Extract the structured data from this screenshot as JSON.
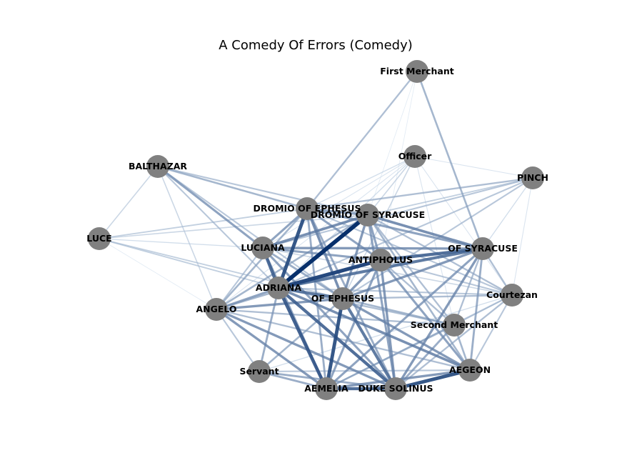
{
  "title": "A Comedy Of Errors (Comedy)",
  "colors": {
    "node": "#808080",
    "edge_low": "#d6e4f2",
    "edge_high": "#08306b",
    "background": "#ffffff"
  },
  "nodes": [
    {
      "id": "first_merchant",
      "label": "First Merchant"
    },
    {
      "id": "officer",
      "label": "Officer"
    },
    {
      "id": "pinch",
      "label": "PINCH"
    },
    {
      "id": "balthazar",
      "label": "BALTHAZAR"
    },
    {
      "id": "dromio_eph",
      "label": "DROMIO OF EPHESUS"
    },
    {
      "id": "dromio_syr",
      "label": "DROMIO OF SYRACUSE"
    },
    {
      "id": "luce",
      "label": "LUCE"
    },
    {
      "id": "luciana",
      "label": "LUCIANA"
    },
    {
      "id": "of_syracuse",
      "label": "OF SYRACUSE"
    },
    {
      "id": "antipholus",
      "label": "ANTIPHOLUS"
    },
    {
      "id": "adriana",
      "label": "ADRIANA"
    },
    {
      "id": "courtezan",
      "label": "Courtezan"
    },
    {
      "id": "of_ephesus",
      "label": "OF EPHESUS"
    },
    {
      "id": "angelo",
      "label": "ANGELO"
    },
    {
      "id": "second_merchant",
      "label": "Second Merchant"
    },
    {
      "id": "aegeon",
      "label": "AEGEON"
    },
    {
      "id": "servant",
      "label": "Servant"
    },
    {
      "id": "aemelia",
      "label": "AEMELIA"
    },
    {
      "id": "duke_solinus",
      "label": "DUKE SOLINUS"
    }
  ],
  "edges": [
    {
      "source": "first_merchant",
      "target": "dromio_eph",
      "weight": 0.35
    },
    {
      "source": "first_merchant",
      "target": "of_syracuse",
      "weight": 0.4
    },
    {
      "source": "first_merchant",
      "target": "dromio_syr",
      "weight": 0.05
    },
    {
      "source": "first_merchant",
      "target": "antipholus",
      "weight": 0.05
    },
    {
      "source": "officer",
      "target": "dromio_eph",
      "weight": 0.15
    },
    {
      "source": "officer",
      "target": "dromio_syr",
      "weight": 0.2
    },
    {
      "source": "officer",
      "target": "adriana",
      "weight": 0.15
    },
    {
      "source": "officer",
      "target": "of_ephesus",
      "weight": 0.2
    },
    {
      "source": "officer",
      "target": "luciana",
      "weight": 0.1
    },
    {
      "source": "officer",
      "target": "courtezan",
      "weight": 0.1
    },
    {
      "source": "officer",
      "target": "pinch",
      "weight": 0.1
    },
    {
      "source": "officer",
      "target": "angelo",
      "weight": 0.1
    },
    {
      "source": "officer",
      "target": "second_merchant",
      "weight": 0.1
    },
    {
      "source": "pinch",
      "target": "dromio_eph",
      "weight": 0.35
    },
    {
      "source": "pinch",
      "target": "dromio_syr",
      "weight": 0.25
    },
    {
      "source": "pinch",
      "target": "luciana",
      "weight": 0.3
    },
    {
      "source": "pinch",
      "target": "adriana",
      "weight": 0.3
    },
    {
      "source": "pinch",
      "target": "of_ephesus",
      "weight": 0.3
    },
    {
      "source": "pinch",
      "target": "courtezan",
      "weight": 0.1
    },
    {
      "source": "pinch",
      "target": "of_syracuse",
      "weight": 0.15
    },
    {
      "source": "balthazar",
      "target": "dromio_eph",
      "weight": 0.4
    },
    {
      "source": "balthazar",
      "target": "dromio_syr",
      "weight": 0.3
    },
    {
      "source": "balthazar",
      "target": "luciana",
      "weight": 0.5
    },
    {
      "source": "balthazar",
      "target": "luce",
      "weight": 0.2
    },
    {
      "source": "balthazar",
      "target": "angelo",
      "weight": 0.2
    },
    {
      "source": "balthazar",
      "target": "adriana",
      "weight": 0.3
    },
    {
      "source": "balthazar",
      "target": "of_ephesus",
      "weight": 0.3
    },
    {
      "source": "luce",
      "target": "dromio_eph",
      "weight": 0.25
    },
    {
      "source": "luce",
      "target": "dromio_syr",
      "weight": 0.2
    },
    {
      "source": "luce",
      "target": "luciana",
      "weight": 0.15
    },
    {
      "source": "luce",
      "target": "adriana",
      "weight": 0.25
    },
    {
      "source": "luce",
      "target": "of_ephesus",
      "weight": 0.25
    },
    {
      "source": "luce",
      "target": "angelo",
      "weight": 0.05
    },
    {
      "source": "dromio_eph",
      "target": "dromio_syr",
      "weight": 0.5
    },
    {
      "source": "dromio_eph",
      "target": "luciana",
      "weight": 0.5
    },
    {
      "source": "dromio_eph",
      "target": "adriana",
      "weight": 0.85
    },
    {
      "source": "dromio_eph",
      "target": "of_ephesus",
      "weight": 0.6
    },
    {
      "source": "dromio_eph",
      "target": "antipholus",
      "weight": 0.5
    },
    {
      "source": "dromio_eph",
      "target": "of_syracuse",
      "weight": 0.5
    },
    {
      "source": "dromio_eph",
      "target": "angelo",
      "weight": 0.4
    },
    {
      "source": "dromio_eph",
      "target": "aemelia",
      "weight": 0.45
    },
    {
      "source": "dromio_eph",
      "target": "duke_solinus",
      "weight": 0.45
    },
    {
      "source": "dromio_eph",
      "target": "courtezan",
      "weight": 0.3
    },
    {
      "source": "dromio_syr",
      "target": "luciana",
      "weight": 0.6
    },
    {
      "source": "dromio_syr",
      "target": "adriana",
      "weight": 1.0
    },
    {
      "source": "dromio_syr",
      "target": "antipholus",
      "weight": 0.5
    },
    {
      "source": "dromio_syr",
      "target": "of_syracuse",
      "weight": 0.6
    },
    {
      "source": "dromio_syr",
      "target": "of_ephesus",
      "weight": 0.55
    },
    {
      "source": "dromio_syr",
      "target": "angelo",
      "weight": 0.4
    },
    {
      "source": "dromio_syr",
      "target": "courtezan",
      "weight": 0.35
    },
    {
      "source": "dromio_syr",
      "target": "second_merchant",
      "weight": 0.35
    },
    {
      "source": "dromio_syr",
      "target": "aegeon",
      "weight": 0.4
    },
    {
      "source": "dromio_syr",
      "target": "duke_solinus",
      "weight": 0.5
    },
    {
      "source": "luciana",
      "target": "adriana",
      "weight": 0.75
    },
    {
      "source": "luciana",
      "target": "of_syracuse",
      "weight": 0.55
    },
    {
      "source": "luciana",
      "target": "antipholus",
      "weight": 0.5
    },
    {
      "source": "luciana",
      "target": "of_ephesus",
      "weight": 0.45
    },
    {
      "source": "luciana",
      "target": "aemelia",
      "weight": 0.5
    },
    {
      "source": "luciana",
      "target": "duke_solinus",
      "weight": 0.5
    },
    {
      "source": "luciana",
      "target": "angelo",
      "weight": 0.3
    },
    {
      "source": "luciana",
      "target": "courtezan",
      "weight": 0.2
    },
    {
      "source": "antipholus",
      "target": "adriana",
      "weight": 0.9
    },
    {
      "source": "antipholus",
      "target": "of_syracuse",
      "weight": 0.75
    },
    {
      "source": "antipholus",
      "target": "of_ephesus",
      "weight": 0.55
    },
    {
      "source": "antipholus",
      "target": "aegeon",
      "weight": 0.5
    },
    {
      "source": "antipholus",
      "target": "duke_solinus",
      "weight": 0.55
    },
    {
      "source": "antipholus",
      "target": "aemelia",
      "weight": 0.5
    },
    {
      "source": "antipholus",
      "target": "angelo",
      "weight": 0.4
    },
    {
      "source": "antipholus",
      "target": "second_merchant",
      "weight": 0.35
    },
    {
      "source": "antipholus",
      "target": "courtezan",
      "weight": 0.3
    },
    {
      "source": "of_syracuse",
      "target": "adriana",
      "weight": 0.7
    },
    {
      "source": "of_syracuse",
      "target": "of_ephesus",
      "weight": 0.55
    },
    {
      "source": "of_syracuse",
      "target": "aemelia",
      "weight": 0.5
    },
    {
      "source": "of_syracuse",
      "target": "duke_solinus",
      "weight": 0.55
    },
    {
      "source": "of_syracuse",
      "target": "aegeon",
      "weight": 0.45
    },
    {
      "source": "of_syracuse",
      "target": "courtezan",
      "weight": 0.35
    },
    {
      "source": "of_syracuse",
      "target": "second_merchant",
      "weight": 0.35
    },
    {
      "source": "adriana",
      "target": "of_ephesus",
      "weight": 0.7
    },
    {
      "source": "adriana",
      "target": "angelo",
      "weight": 0.5
    },
    {
      "source": "adriana",
      "target": "aemelia",
      "weight": 0.8
    },
    {
      "source": "adriana",
      "target": "duke_solinus",
      "weight": 0.75
    },
    {
      "source": "adriana",
      "target": "servant",
      "weight": 0.45
    },
    {
      "source": "adriana",
      "target": "aegeon",
      "weight": 0.6
    },
    {
      "source": "adriana",
      "target": "courtezan",
      "weight": 0.3
    },
    {
      "source": "adriana",
      "target": "second_merchant",
      "weight": 0.35
    },
    {
      "source": "of_ephesus",
      "target": "angelo",
      "weight": 0.55
    },
    {
      "source": "of_ephesus",
      "target": "aemelia",
      "weight": 0.85
    },
    {
      "source": "of_ephesus",
      "target": "duke_solinus",
      "weight": 0.7
    },
    {
      "source": "of_ephesus",
      "target": "aegeon",
      "weight": 0.55
    },
    {
      "source": "of_ephesus",
      "target": "servant",
      "weight": 0.4
    },
    {
      "source": "of_ephesus",
      "target": "courtezan",
      "weight": 0.35
    },
    {
      "source": "of_ephesus",
      "target": "second_merchant",
      "weight": 0.4
    },
    {
      "source": "angelo",
      "target": "aemelia",
      "weight": 0.55
    },
    {
      "source": "angelo",
      "target": "duke_solinus",
      "weight": 0.55
    },
    {
      "source": "angelo",
      "target": "servant",
      "weight": 0.3
    },
    {
      "source": "angelo",
      "target": "second_merchant",
      "weight": 0.35
    },
    {
      "source": "angelo",
      "target": "aegeon",
      "weight": 0.35
    },
    {
      "source": "second_merchant",
      "target": "aegeon",
      "weight": 0.4
    },
    {
      "source": "second_merchant",
      "target": "duke_solinus",
      "weight": 0.45
    },
    {
      "source": "second_merchant",
      "target": "aemelia",
      "weight": 0.4
    },
    {
      "source": "second_merchant",
      "target": "courtezan",
      "weight": 0.2
    },
    {
      "source": "courtezan",
      "target": "aegeon",
      "weight": 0.3
    },
    {
      "source": "courtezan",
      "target": "duke_solinus",
      "weight": 0.35
    },
    {
      "source": "courtezan",
      "target": "aemelia",
      "weight": 0.3
    },
    {
      "source": "courtezan",
      "target": "servant",
      "weight": 0.15
    },
    {
      "source": "aegeon",
      "target": "duke_solinus",
      "weight": 0.85
    },
    {
      "source": "aegeon",
      "target": "aemelia",
      "weight": 0.55
    },
    {
      "source": "aegeon",
      "target": "servant",
      "weight": 0.3
    },
    {
      "source": "servant",
      "target": "aemelia",
      "weight": 0.45
    },
    {
      "source": "servant",
      "target": "duke_solinus",
      "weight": 0.45
    },
    {
      "source": "aemelia",
      "target": "duke_solinus",
      "weight": 0.75
    }
  ]
}
